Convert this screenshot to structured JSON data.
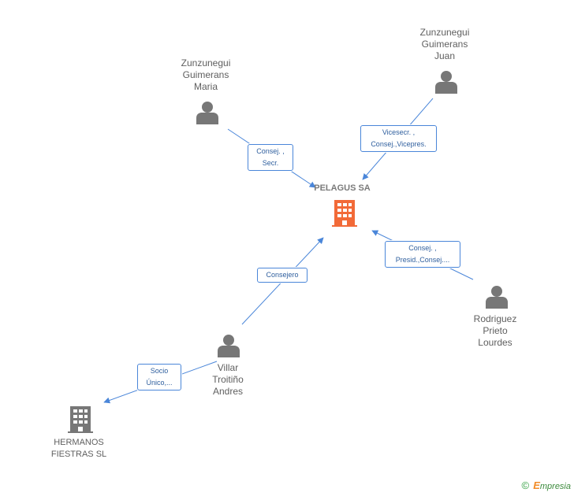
{
  "colors": {
    "edge": "#4a86d9",
    "person": "#777777",
    "main_company": "#f26a38",
    "company": "#777777",
    "text": "#5f5f5f"
  },
  "main_company": {
    "name": "PELAGUS SA",
    "icon": "building-icon"
  },
  "people": [
    {
      "id": "maria",
      "name": "Zunzunegui\nGuimerans\nMaria",
      "icon": "person-icon"
    },
    {
      "id": "juan",
      "name": "Zunzunegui\nGuimerans\nJuan",
      "icon": "person-icon"
    },
    {
      "id": "lourdes",
      "name": "Rodriguez\nPrieto\nLourdes",
      "icon": "person-icon"
    },
    {
      "id": "andres",
      "name": "Villar\nTroitiño\nAndres",
      "icon": "person-icon"
    }
  ],
  "companies": [
    {
      "id": "hermanos",
      "name": "HERMANOS\nFIESTRAS SL",
      "icon": "building-icon"
    }
  ],
  "relations": [
    {
      "id": "maria",
      "label": "Consej. ,\nSecr."
    },
    {
      "id": "juan",
      "label": "Vicesecr. ,\nConsej.,Vicepres."
    },
    {
      "id": "lourdes",
      "label": "Consej. ,\nPresid.,Consej...."
    },
    {
      "id": "andres",
      "label": "Consejero"
    },
    {
      "id": "hermanos",
      "label": "Socio\nÚnico,..."
    }
  ],
  "footer": {
    "copyright": "©",
    "brand_initial": "E",
    "brand_rest": "mpresia"
  }
}
